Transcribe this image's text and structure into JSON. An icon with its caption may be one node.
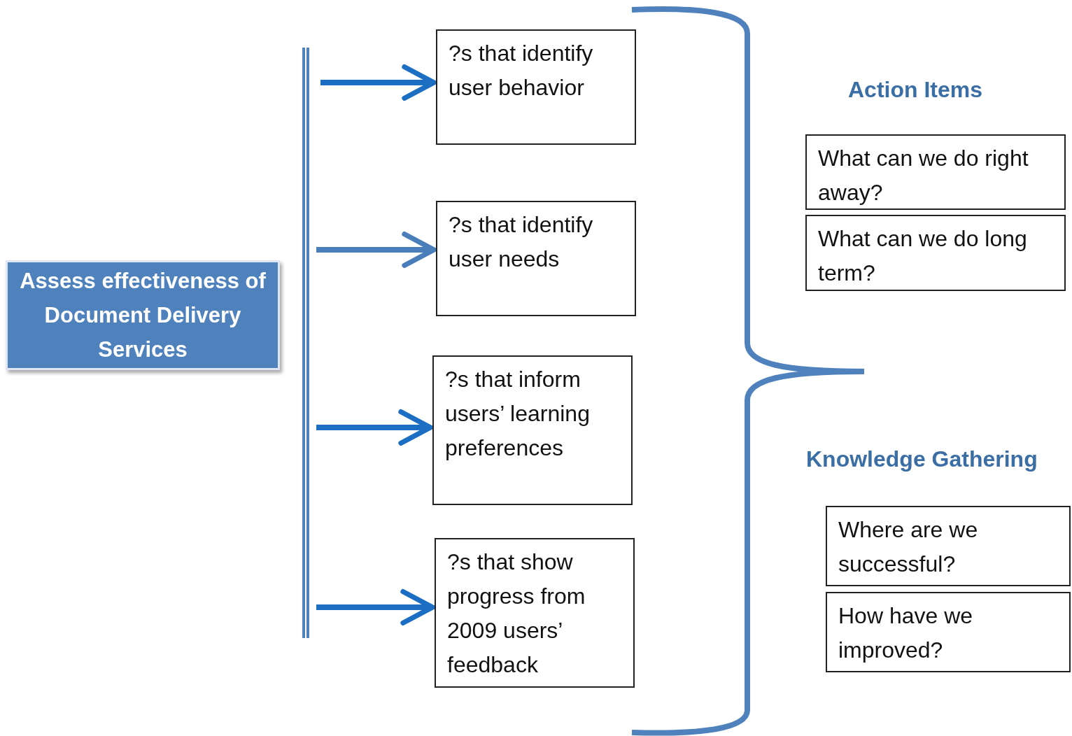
{
  "diagram": {
    "nodes": [
      {
        "text": [
          "Assess effectiveness of Document Delivery Services"
        ]
      },
      {
        "text": [
          "?s that identify user behavior"
        ]
      },
      {
        "text": [
          "?s that identify user needs"
        ]
      },
      {
        "text": [
          "?s that inform users’ learning preferences"
        ]
      },
      {
        "text": [
          "?s that show progress from 2009 users’ feedback"
        ]
      },
      {
        "text": [
          "What can we do right away?"
        ]
      },
      {
        "text": [
          "What can we do long term?"
        ]
      },
      {
        "text": [
          "Where are we successful?"
        ]
      },
      {
        "text": [
          "How have we improved?"
        ]
      }
    ],
    "edges": [
      {
        "from": null,
        "to": 1,
        "arrow": "to"
      },
      {
        "from": null,
        "to": 2,
        "arrow": "to",
        "color": "#4a7ebb"
      },
      {
        "from": null,
        "to": 3,
        "arrow": "to"
      },
      {
        "from": null,
        "to": 4,
        "arrow": "to"
      }
    ],
    "labels": [
      "Action Items",
      "Knowledge Gathering"
    ]
  }
}
